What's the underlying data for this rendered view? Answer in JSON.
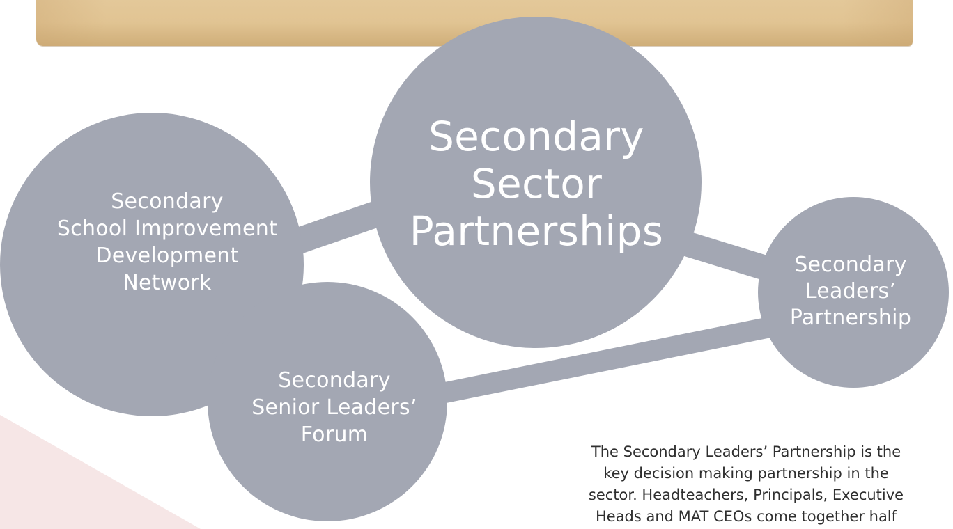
{
  "colors": {
    "node_fill": "#a3a7b3",
    "connector": "#a3a7b3",
    "text_on_node": "#ffffff",
    "banner": "#e1c493",
    "accent_shape": "#f6e6e6",
    "body_text": "#2f2f2f"
  },
  "diagram": {
    "nodes": {
      "main": "Secondary\nSector\nPartnerships",
      "sid_network": "Secondary\nSchool Improvement\nDevelopment\nNetwork",
      "leaders_partnership": "Secondary\nLeaders’\nPartnership",
      "senior_leaders_forum": "Secondary\nSenior Leaders’\nForum"
    }
  },
  "description": "The Secondary Leaders’ Partnership is the key decision making partnership in the sector. Headteachers, Principals, Executive Heads and MAT CEOs come together half"
}
